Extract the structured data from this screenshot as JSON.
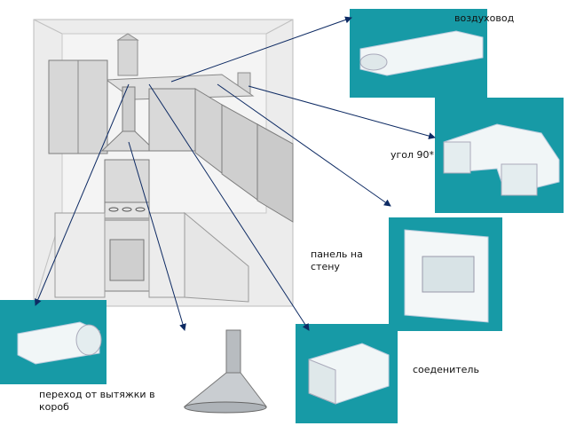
{
  "labels": {
    "duct": "воздуховод",
    "elbow": "угол 90*",
    "wall_panel": "панель на стену",
    "connector": "соеденитель",
    "transition": "переход от вытяжки в короб"
  },
  "colors": {
    "teal_panel": "#179aa6",
    "kitchen_bg": "#e6e6e6",
    "cabinet": "#d7d7d7",
    "arrow": "#0d2a63"
  },
  "icons": [
    "kitchen-drawing",
    "rect-duct-icon",
    "elbow-90-icon",
    "wall-plate-icon",
    "connector-icon",
    "hood-adapter-icon",
    "chimney-hood-icon"
  ]
}
